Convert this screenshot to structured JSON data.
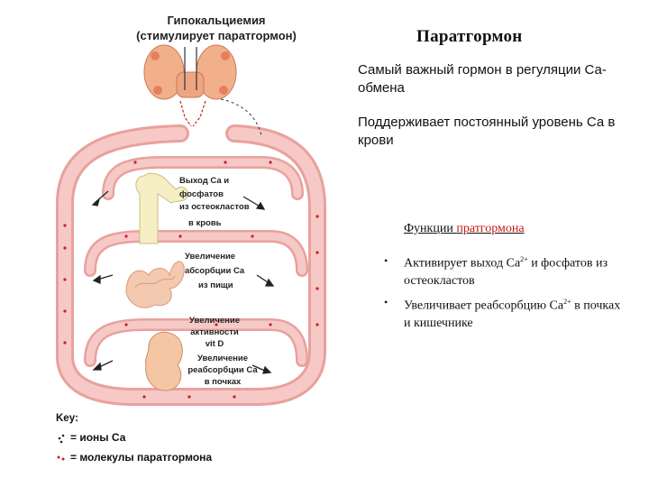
{
  "diagram": {
    "header_line1": "Гипокальциемия",
    "header_line2": "(стимулирует паратгормон)",
    "bone_label": [
      "Выход Са и",
      "фосфатов",
      "из остеокластов",
      "в кровь"
    ],
    "intestine_label": [
      "Увеличение",
      "абсорбции Са",
      "из пищи"
    ],
    "vitd_label": [
      "Увеличение",
      "активности",
      "vit D"
    ],
    "kidney_label": [
      "Увеличение",
      "реабсорбции Са",
      "в почках"
    ],
    "key": {
      "title": "Key:",
      "ca_ions": "= ионы Са",
      "pth_molecules": "= молекулы паратгормона"
    }
  },
  "slide": {
    "title": "Паратгормон",
    "para1": "Самый важный гормон в регуляции Са-обмена",
    "para2": "Поддерживает постоянный уровень Са в крови",
    "functions_heading_part1": "Функции ",
    "functions_heading_part2": "пратгормона",
    "bullet_char": "•",
    "bullets": [
      {
        "main": "Активирует выход Са",
        "sup": "2+",
        "rest": " и фосфатов из  остеокластов"
      },
      {
        "main": "Увеличивает реабсорбцию Са",
        "sup": "2+",
        "rest": " в почках и кишечнике"
      }
    ]
  },
  "colors": {
    "vessel_fill": "#f6c9c6",
    "vessel_edge": "#e9a19c",
    "pth_red": "#c8202a",
    "heading_red": "#c21818"
  }
}
